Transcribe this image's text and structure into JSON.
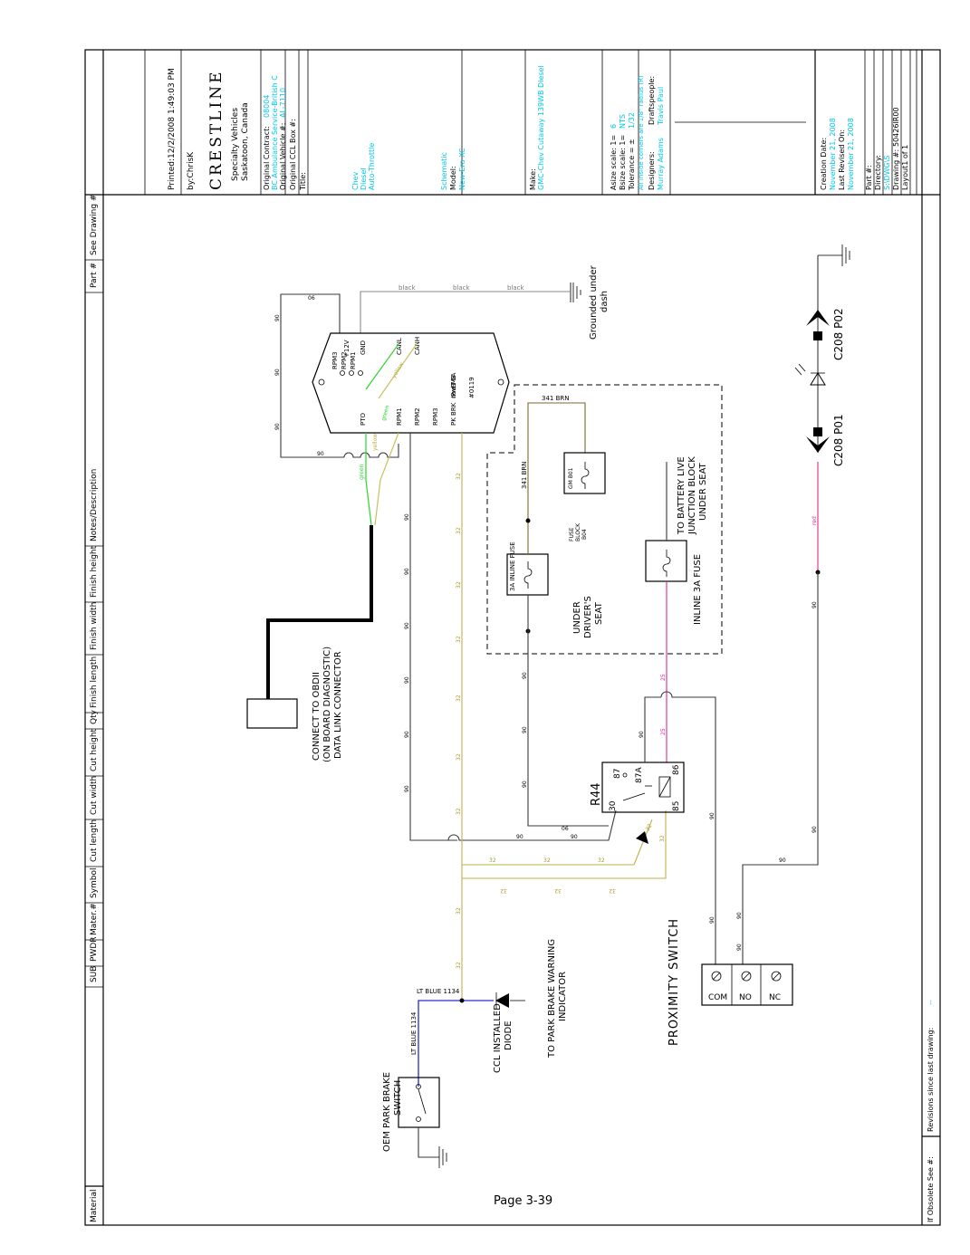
{
  "page": {
    "label": "Page 3-39"
  },
  "bottom_bar": {
    "cells": [
      "SUB",
      "PWDR",
      "Mater.#",
      "Symbol",
      "Cut length",
      "Cut width",
      "Cut height",
      "Qty",
      "Finish length",
      "Finish width",
      "Finish height",
      "Notes/Description"
    ],
    "material": "Material",
    "part": "Part #",
    "see_drawing": "See Drawing #"
  },
  "title_block": {
    "printed": "Printed:12/2/2008 1:49:03 PM",
    "by": "by:ChrisK",
    "logo": "CRESTLINE",
    "company_line1": "Specialty Vehicles",
    "company_line2": "Saskatoon, Canada",
    "original_contract_label": "Original Contract:",
    "original_contract_value": "08004",
    "province": "BC Ambulance Service-British C",
    "original_vehicle_label": "Original Vehicle #:",
    "original_vehicle_value": "AL-7110",
    "original_ccl_box_label": "Original CCL Box #:",
    "title_label": "Title:",
    "title_lines": [
      "Chev",
      "Diesel",
      "Auto-Throttle"
    ],
    "schematic": "Schematic",
    "model_label": "Model:",
    "model_value": "New-Era XC",
    "make_label": "Make:",
    "make_value": "GMC-Chev Cutaway 139WB Diesel",
    "asize_label": "Asize scale: 1=",
    "asize_value": "6",
    "bsize_label": "Bsize scale: 1=",
    "bsize_value": "NTS",
    "tolerance_label": "Tolerance = ±",
    "tolerance_value": "1/32",
    "all_corners": "All inside corners are 1/8\" radius (R)",
    "designers_label": "Designers:",
    "draftspeople_label": "Draftspeople:",
    "designer_value": "Murray Adams",
    "draftsperson_value": "Travis Paul",
    "creation_date_label": "Creation Date:",
    "creation_date_value": "November 21, 2008",
    "last_revised_label": "Last Revised On:",
    "last_revised_value": "November 21, 2008",
    "part_label": "Part #:",
    "directory_label": "Directory:",
    "directory_value": "S:\\DWG\\S",
    "drawing_label": "Drawing #:",
    "drawing_value": "50426IR00",
    "layout_label": "Layout1 of 1",
    "revisions_label": "Revisions since last drawing:",
    "revisions_value": "--",
    "obsolete_label": "If Obsolete See #:"
  },
  "module": {
    "pins_top": [
      "RPM3",
      "RPM2",
      "RPM1"
    ],
    "pins_left": [
      "PTO",
      "RPM1",
      "RPM2",
      "RPM3",
      "PK BRK"
    ],
    "pins_right": [
      "+12V",
      "GND",
      "CANL",
      "CANH"
    ],
    "model": "InPower ETM68A",
    "number": "#0119"
  },
  "wires": {
    "w90": "90",
    "w32": "32",
    "w06": "06",
    "w25": "25",
    "black": "black",
    "green": "green",
    "yellow": "yellow",
    "red": "red",
    "brn": "341 BRN",
    "lt_blue": "LT BLUE 1134"
  },
  "labels": {
    "ground_dash": [
      "Grounded under",
      "dash"
    ],
    "obd": [
      "CONNECT TO OBDII",
      "(ON BOARD DIAGNOSTIC)",
      "DATA LINK CONNECTOR"
    ],
    "inline_fuse_3a": "3A INLINE FUSE",
    "fuse_block": [
      "FUSE",
      "BLOCK",
      "B04"
    ],
    "gm_b01": "GM B01",
    "under_seat": [
      "UNDER",
      "DRIVER'S",
      "SEAT"
    ],
    "inline_3a": "INLINE 3A FUSE",
    "battery": [
      "TO BATTERY LIVE",
      "JUNCTION BLOCK",
      "UNDER SEAT"
    ],
    "c208_p01": "C208 P01",
    "c208_p02": "C208 P02",
    "relay": "R44",
    "relay_pins": [
      "30",
      "87",
      "87A",
      "86",
      "85"
    ],
    "proximity": "PROXIMITY SWITCH",
    "terminals": [
      "COM",
      "NO",
      "NC"
    ],
    "ccl_diode": [
      "CCL INSTALLED",
      "DIODE"
    ],
    "park_warning": [
      "TO PARK BRAKE WARNING",
      "INDICATOR"
    ],
    "oem_switch": [
      "OEM PARK BRAKE",
      "SWITCH"
    ]
  }
}
